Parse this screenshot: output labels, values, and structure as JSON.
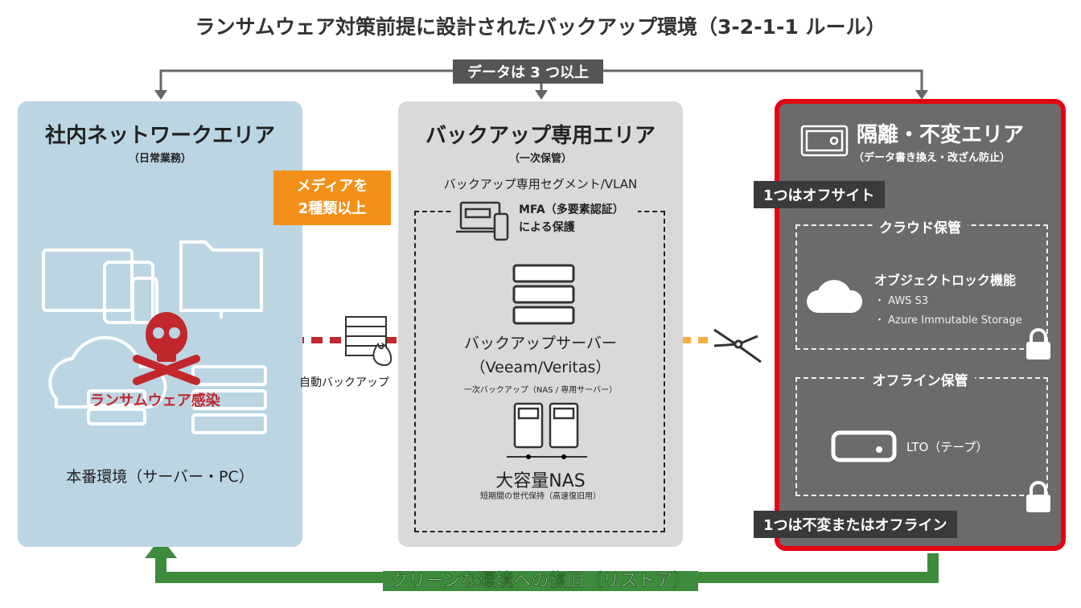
{
  "title": "ランサムウェア対策前提に設計されたバックアップ環境（3-2-1-1 ルール）",
  "top_label": "データは 3 つ以上",
  "left": {
    "title": "社内ネットワークエリア",
    "subtitle": "（日常業務）",
    "infection": "ランサムウェア感染",
    "caption": "本番環境（サーバー・PC）"
  },
  "media_badge": {
    "line1": "メディアを",
    "line2": "2種類以上",
    "color": "#f39019"
  },
  "auto_backup": "自動バックアップ",
  "mid": {
    "title": "バックアップ専用エリア",
    "subtitle": "（一次保管）",
    "segment": "バックアップ専用セグメント/VLAN",
    "mfa1": "MFA（多要素認証）",
    "mfa2": "による保護",
    "server1": "バックアップサーバー",
    "server2": "（Veeam/Veritas）",
    "server_note": "一次バックアップ（NAS / 専用サーバー）",
    "nas": "大容量NAS",
    "nas_note": "短期間の世代保持（高速復旧用）"
  },
  "right": {
    "title": "隔離・不変エリア",
    "subtitle": "（データ書き換え・改ざん防止）",
    "offsite": "1つはオフサイト",
    "cloud_title": "クラウド保管",
    "object_lock": "オブジェクトロック機能",
    "items": [
      "AWS S3",
      "Azure Immutable Storage"
    ],
    "offline_title": "オフライン保管",
    "lto": "LTO（テープ）",
    "immutable": "1つは不変またはオフライン",
    "border_color": "#e60012"
  },
  "restore": "クリーンな環境への復旧（リストア）",
  "colors": {
    "left_bg": "#bcd5e3",
    "mid_bg": "#d9d9d9",
    "right_bg": "#6b6b6b",
    "restore_arrow": "#3d8b3d",
    "attack_arrow": "#c1272d",
    "airgap_arrow": "#f7b040"
  }
}
